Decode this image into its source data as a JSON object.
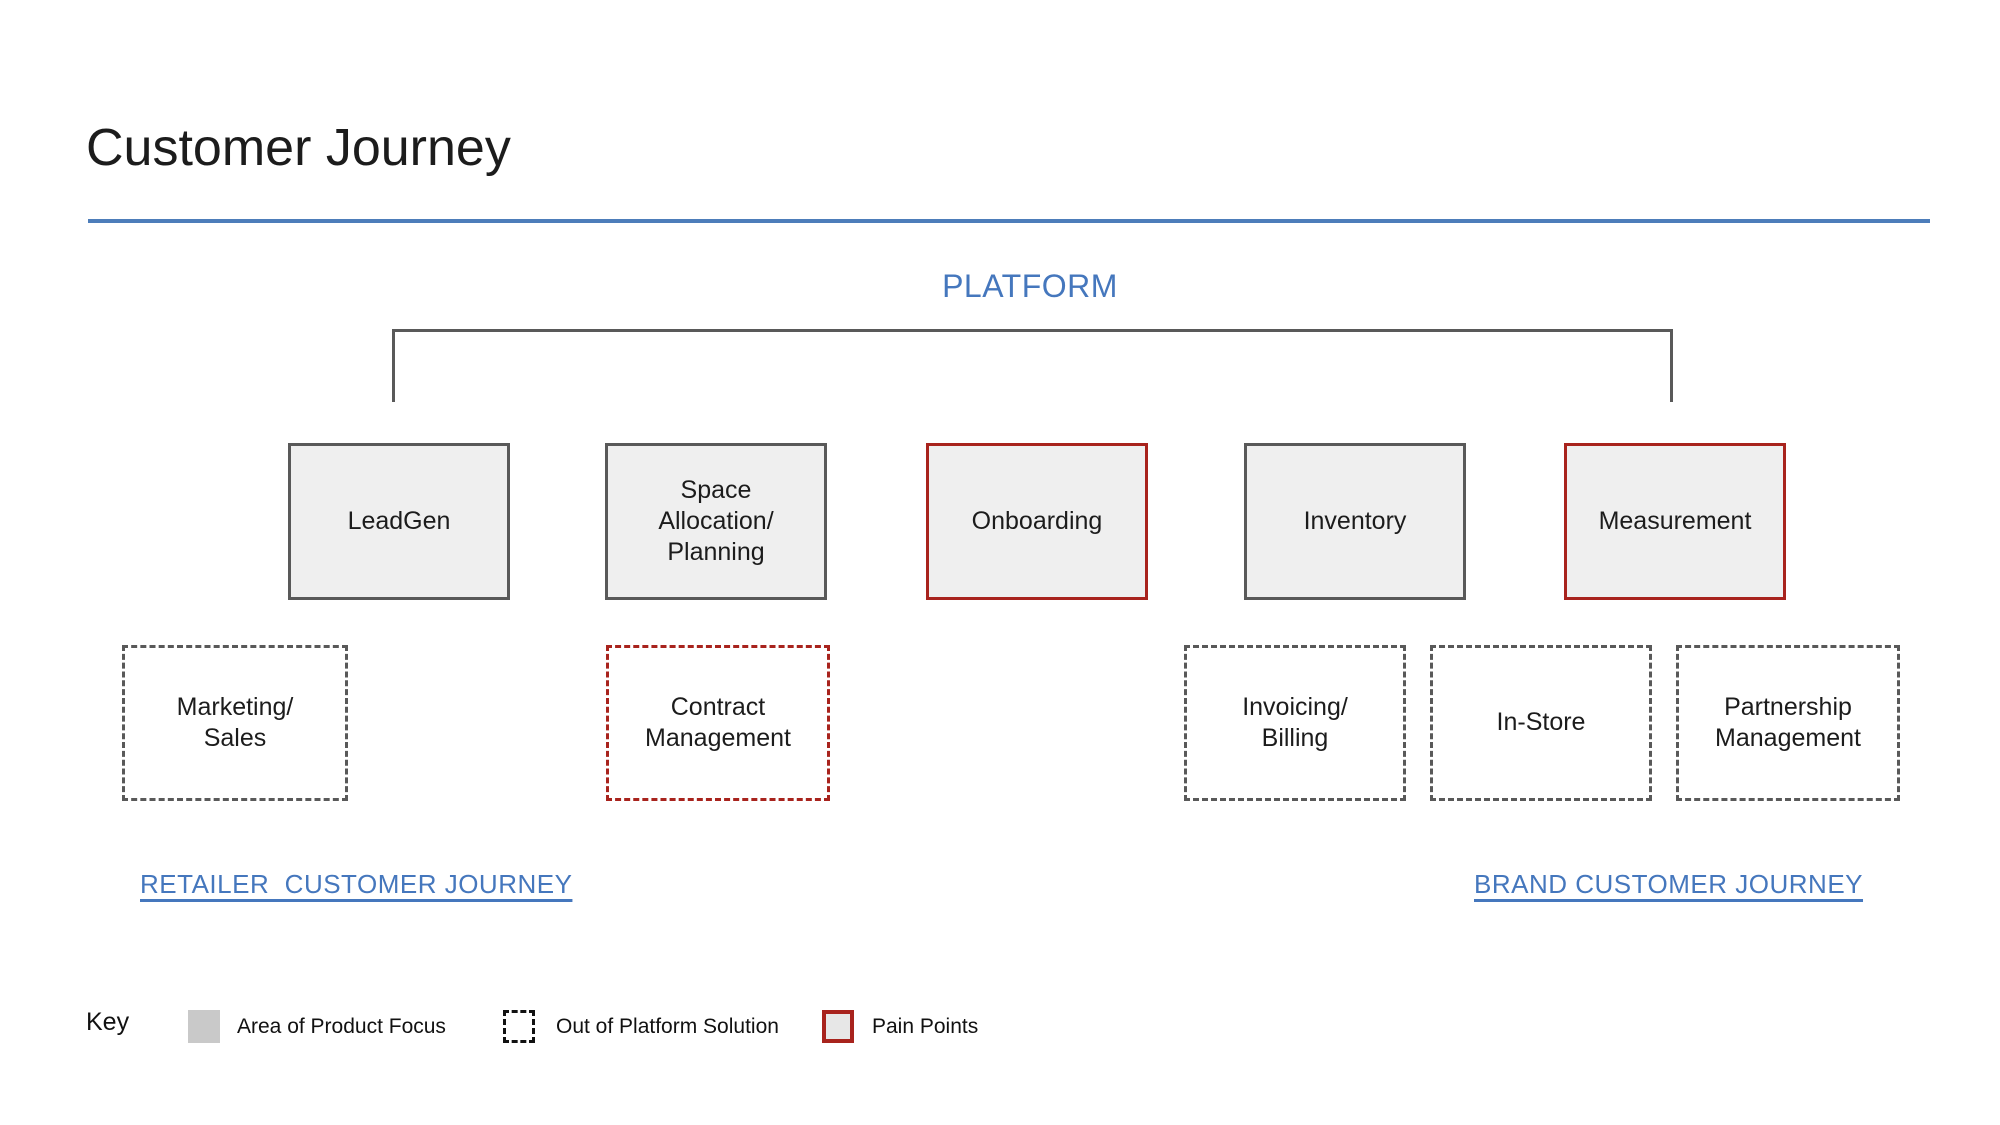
{
  "title": "Customer Journey",
  "platform": {
    "label": "PLATFORM",
    "boxes": [
      {
        "label": "LeadGen",
        "style": "focus"
      },
      {
        "label": "Space Allocation/ Planning",
        "style": "focus"
      },
      {
        "label": "Onboarding",
        "style": "pain"
      },
      {
        "label": "Inventory",
        "style": "focus"
      },
      {
        "label": "Measurement",
        "style": "pain"
      }
    ]
  },
  "out_of_platform_boxes": [
    {
      "label": "Marketing/ Sales",
      "style": "out"
    },
    {
      "label": "Contract Management",
      "style": "out-pain"
    },
    {
      "label": "Invoicing/ Billing",
      "style": "out"
    },
    {
      "label": "In-Store",
      "style": "out"
    },
    {
      "label": "Partnership Management",
      "style": "out"
    }
  ],
  "links": {
    "retailer_label": "RETAILER  CUSTOMER JOURNEY",
    "brand_label": "BRAND CUSTOMER JOURNEY"
  },
  "key": {
    "label": "Key",
    "items": [
      {
        "label": "Area of Product Focus",
        "swatch": "product-focus"
      },
      {
        "label": "Out of Platform Solution",
        "swatch": "out-of-platform"
      },
      {
        "label": "Pain Points",
        "swatch": "pain-points"
      }
    ]
  },
  "colors": {
    "accent_blue": "#4577bd",
    "divider_blue": "#4d7dba",
    "pain_red": "#a8231d",
    "line_gray": "#595959",
    "box_fill": "#efefef",
    "key_swatch_gray": "#c9c9c9"
  }
}
